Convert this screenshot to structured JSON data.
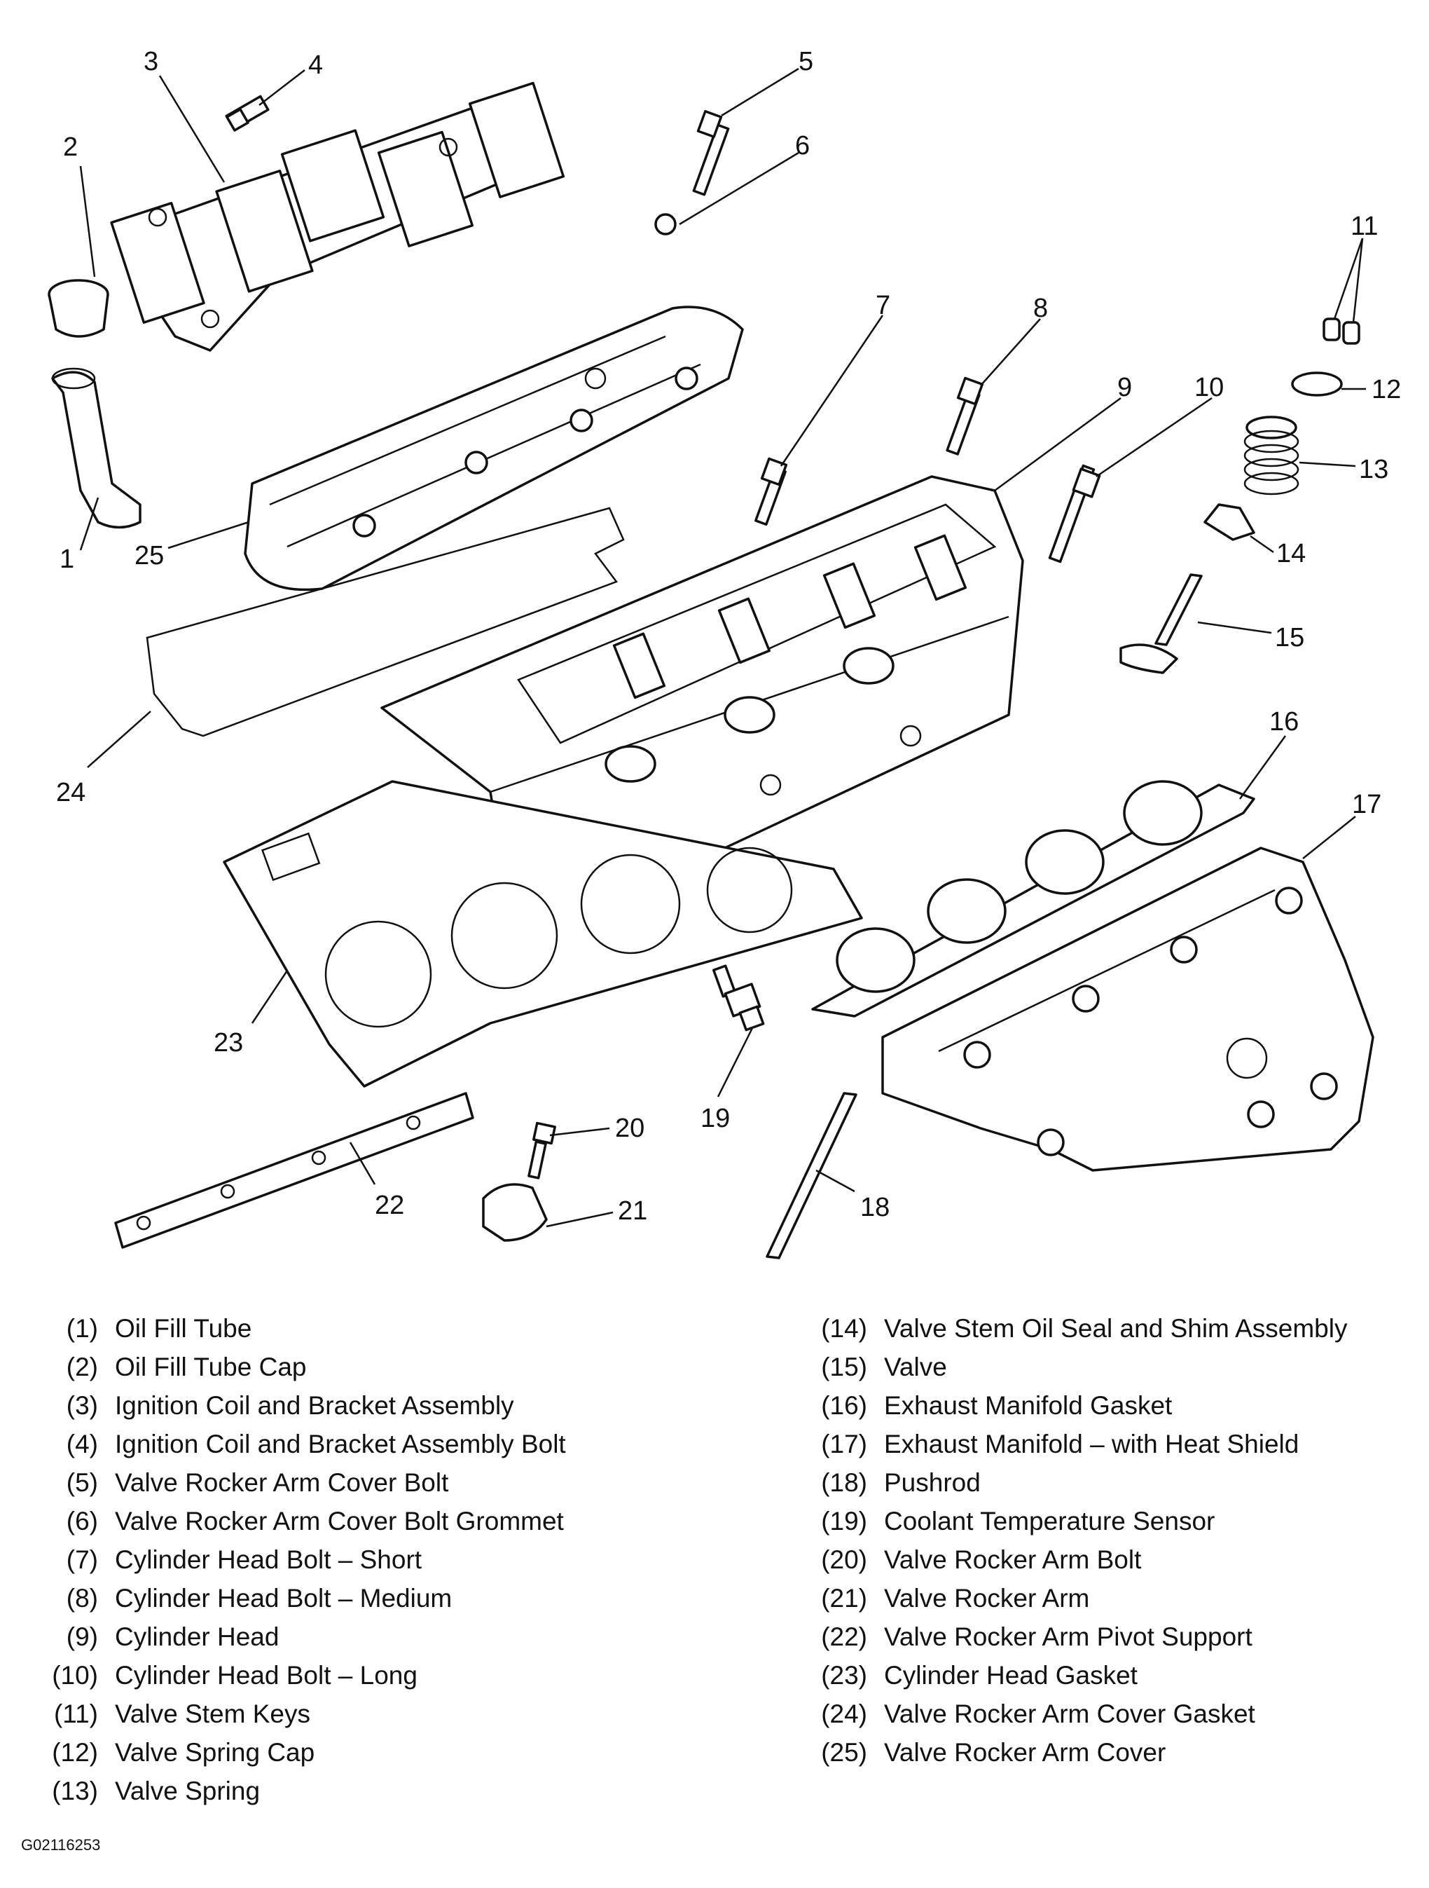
{
  "callouts": [
    "1",
    "2",
    "3",
    "4",
    "5",
    "6",
    "7",
    "8",
    "9",
    "10",
    "11",
    "12",
    "13",
    "14",
    "15",
    "16",
    "17",
    "18",
    "19",
    "20",
    "21",
    "22",
    "23",
    "24",
    "25"
  ],
  "legend": [
    {
      "num": "(1)",
      "label": "Oil Fill Tube"
    },
    {
      "num": "(2)",
      "label": "Oil Fill Tube Cap"
    },
    {
      "num": "(3)",
      "label": "Ignition Coil and Bracket Assembly"
    },
    {
      "num": "(4)",
      "label": "Ignition Coil and Bracket Assembly Bolt"
    },
    {
      "num": "(5)",
      "label": "Valve Rocker Arm Cover Bolt"
    },
    {
      "num": "(6)",
      "label": "Valve Rocker Arm Cover Bolt Grommet"
    },
    {
      "num": "(7)",
      "label": "Cylinder Head Bolt – Short"
    },
    {
      "num": "(8)",
      "label": "Cylinder Head Bolt – Medium"
    },
    {
      "num": "(9)",
      "label": "Cylinder Head"
    },
    {
      "num": "(10)",
      "label": "Cylinder Head Bolt – Long"
    },
    {
      "num": "(11)",
      "label": "Valve Stem Keys"
    },
    {
      "num": "(12)",
      "label": "Valve Spring Cap"
    },
    {
      "num": "(13)",
      "label": "Valve Spring"
    },
    {
      "num": "(14)",
      "label": "Valve Stem Oil Seal and Shim Assembly"
    },
    {
      "num": "(15)",
      "label": "Valve"
    },
    {
      "num": "(16)",
      "label": "Exhaust Manifold Gasket"
    },
    {
      "num": "(17)",
      "label": "Exhaust Manifold – with Heat Shield"
    },
    {
      "num": "(18)",
      "label": "Pushrod"
    },
    {
      "num": "(19)",
      "label": "Coolant Temperature Sensor"
    },
    {
      "num": "(20)",
      "label": "Valve Rocker Arm Bolt"
    },
    {
      "num": "(21)",
      "label": "Valve Rocker Arm"
    },
    {
      "num": "(22)",
      "label": "Valve Rocker Arm Pivot Support"
    },
    {
      "num": "(23)",
      "label": "Cylinder Head Gasket"
    },
    {
      "num": "(24)",
      "label": "Valve Rocker Arm Cover Gasket"
    },
    {
      "num": "(25)",
      "label": "Valve Rocker Arm Cover"
    }
  ],
  "figure_code": "G02116253"
}
